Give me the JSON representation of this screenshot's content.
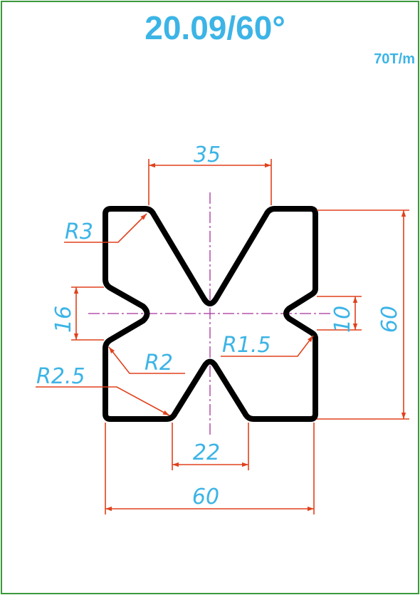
{
  "header": {
    "title": "20.09/60°",
    "capacity": "70T/m"
  },
  "dimensions": {
    "top_opening": "35",
    "bottom_opening": "22",
    "total_width": "60",
    "total_height": "60",
    "left_notch_height": "16",
    "right_notch_height": "10"
  },
  "radii": {
    "r3": "R3",
    "r2": "R2",
    "r2_5": "R2.5",
    "r1_5": "R1.5"
  },
  "colors": {
    "border": "#3a9a3a",
    "title": "#3cb4e6",
    "dimension_line": "#e0411b",
    "dimension_text": "#3cb4e6",
    "centerline": "#a8329a",
    "profile": "#000000"
  }
}
